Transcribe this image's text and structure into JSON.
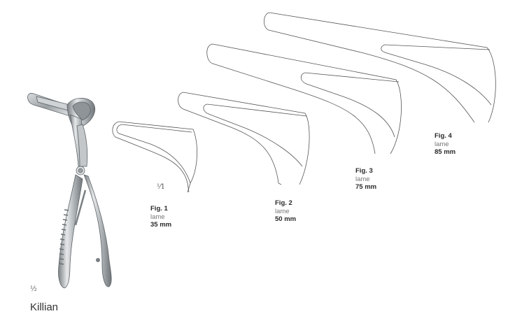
{
  "product": {
    "name": "Killian",
    "instrument_scale": "½",
    "detail_scale": "⅟1"
  },
  "colors": {
    "line": "#555555",
    "text_bold": "#2a2a2a",
    "text_light": "#777777",
    "steel_dark": "#6e7478",
    "steel_mid": "#a9aeb1",
    "steel_light": "#e4e6e7"
  },
  "figures": [
    {
      "title": "Fig. 1",
      "sub": "lame",
      "length": "35 mm"
    },
    {
      "title": "Fig. 2",
      "sub": "lame",
      "length": "50 mm"
    },
    {
      "title": "Fig. 3",
      "sub": "lame",
      "length": "75 mm"
    },
    {
      "title": "Fig. 4",
      "sub": "lame",
      "length": "85 mm"
    }
  ]
}
